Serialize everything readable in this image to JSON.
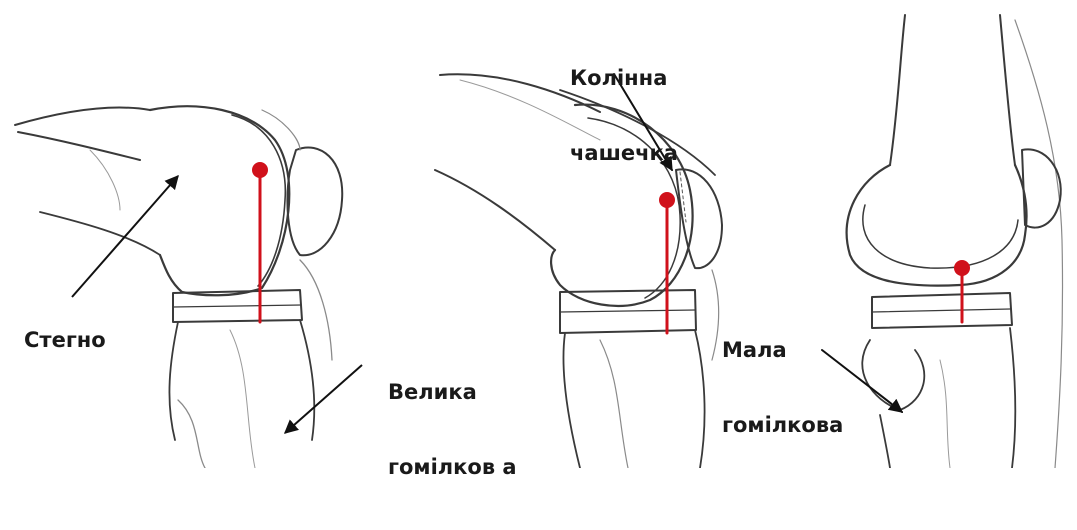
{
  "labels": {
    "patella": [
      "Колінна",
      "чашечка"
    ],
    "femur": "Стегно",
    "tibia": [
      "Велика",
      "гомілков а"
    ],
    "fibula": [
      "Мала",
      "гомілкова"
    ]
  },
  "colors": {
    "outline": "#3a3a3a",
    "sketch": "#8a8a8a",
    "axis": "#d0111b",
    "arrow": "#111111"
  },
  "icons": {
    "axis_marker": "red-dot",
    "pointer": "arrow"
  }
}
